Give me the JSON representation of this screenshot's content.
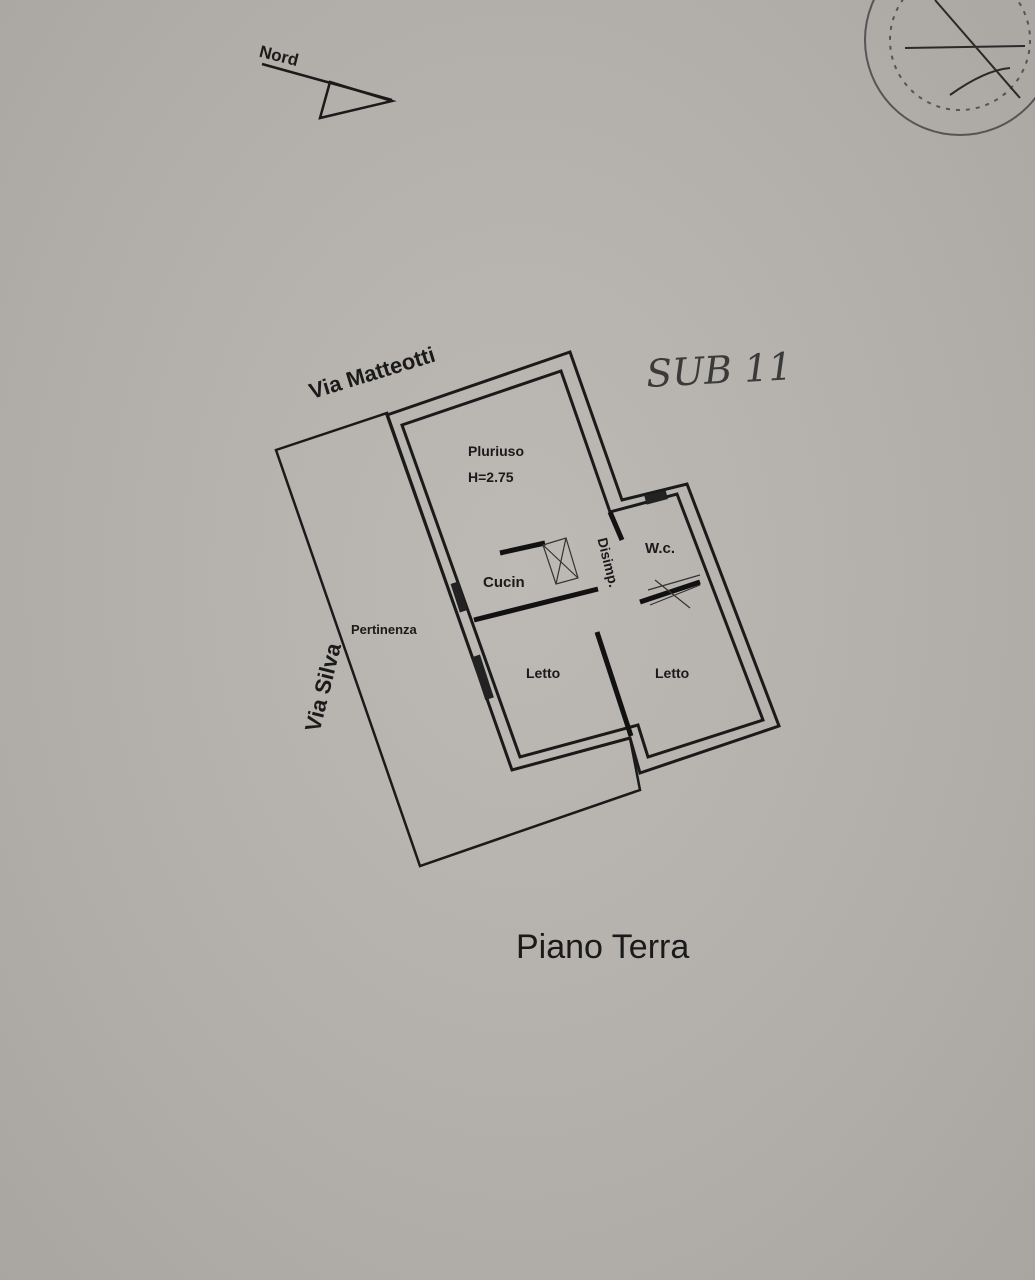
{
  "north": {
    "label": "Nord"
  },
  "streets": {
    "top": "Via Matteotti",
    "left": "Via Silva"
  },
  "annotation": "SUB 11",
  "rooms": {
    "pluriuso": "Pluriuso",
    "height": "H=2.75",
    "cucina": "Cucin",
    "disimpegno": "Disimp.",
    "wc": "W.c.",
    "pertinenza": "Pertinenza",
    "letto_1": "Letto",
    "letto_2": "Letto"
  },
  "floor_title": "Piano Terra"
}
